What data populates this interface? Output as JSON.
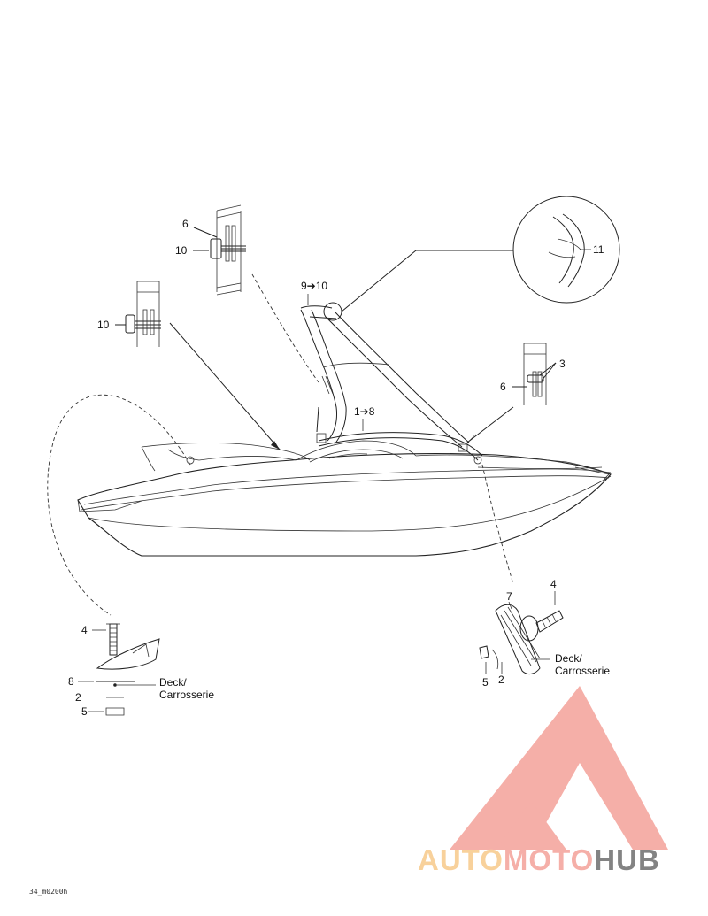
{
  "callouts": {
    "top_left_6": "6",
    "top_left_10": "10",
    "mid_left_10": "10",
    "tower_9_10": "9➔10",
    "circle_11": "11",
    "right_3": "3",
    "right_6": "6",
    "rail_1_8": "1➔8",
    "right_4": "4",
    "right_7": "7",
    "right_5": "5",
    "right_2": "2",
    "left_4": "4",
    "left_8": "8",
    "left_2": "2",
    "left_5": "5"
  },
  "notes": {
    "deck_right_line1": "Deck/",
    "deck_right_line2": "Carrosserie",
    "deck_left_line1": "Deck/",
    "deck_left_line2": "Carrosserie"
  },
  "reference_code": "34_m0200h",
  "watermark": {
    "part1": "AUTO",
    "part2": "MOTO",
    "part3": "HUB",
    "color_primary": "#f4a29a",
    "color_secondary": "#f7c98a",
    "color_dark": "#6e6e6e"
  }
}
